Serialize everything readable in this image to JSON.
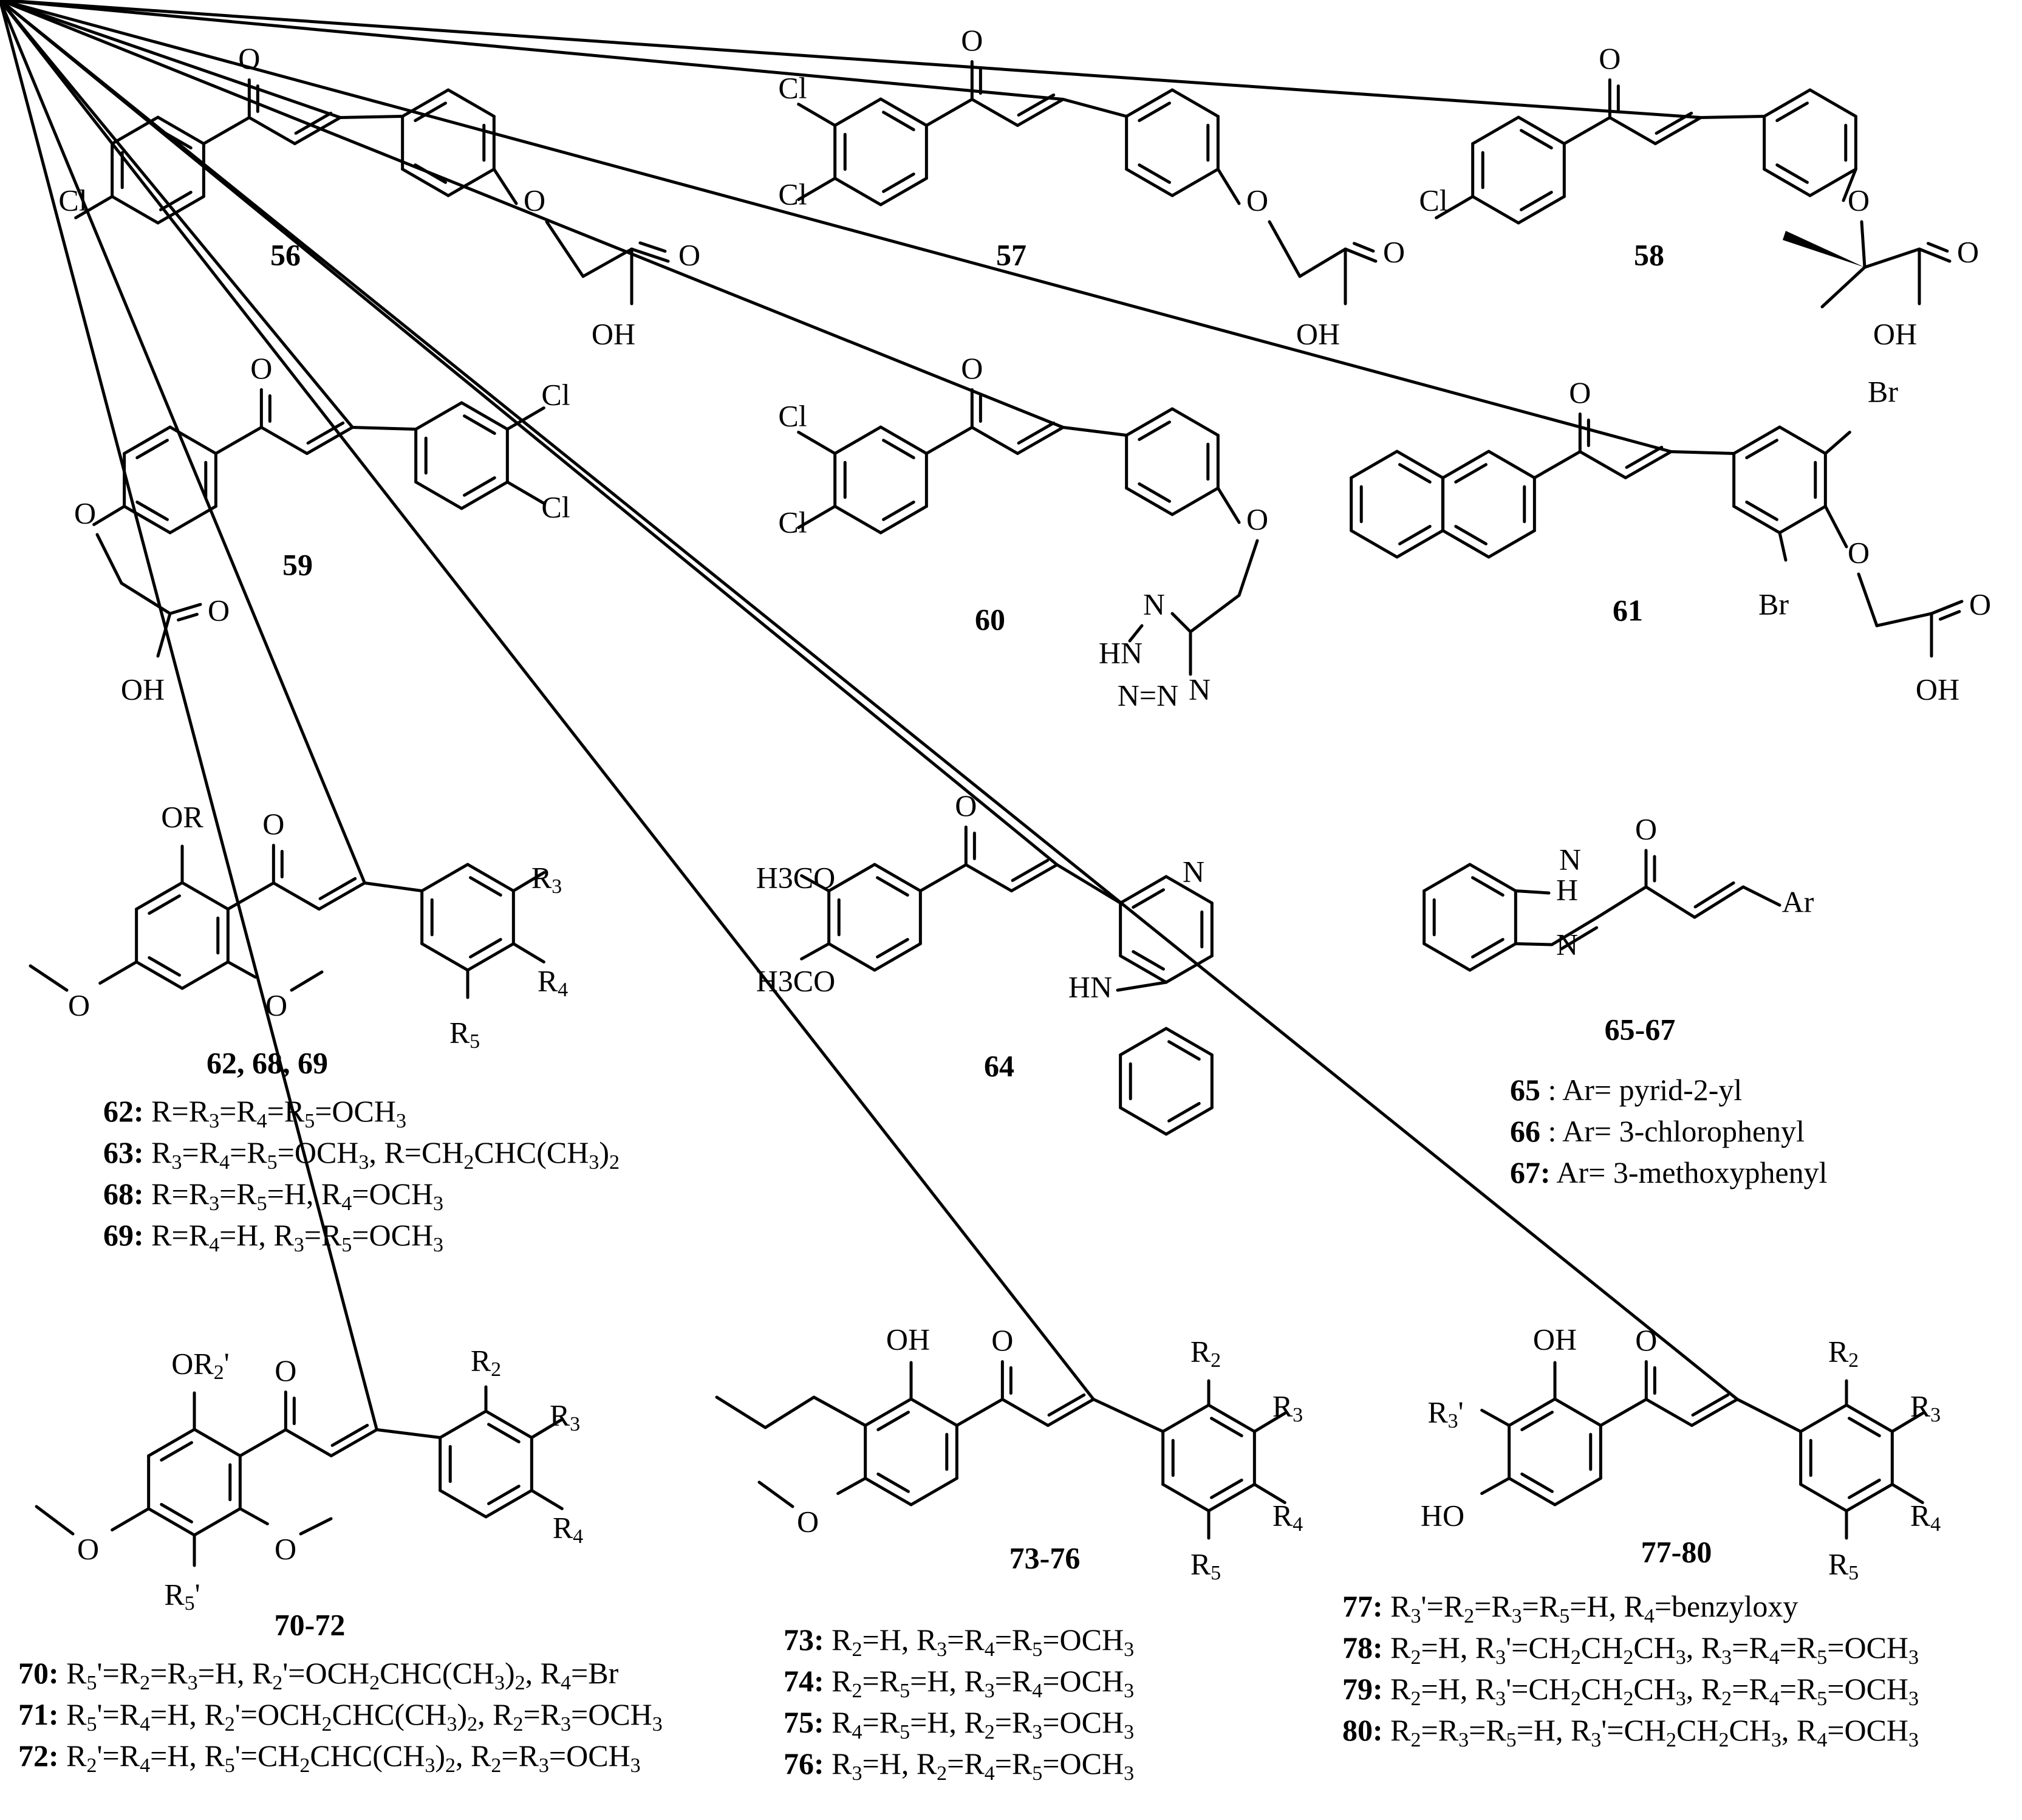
{
  "atoms": {
    "O": "O",
    "OH": "OH",
    "Cl": "Cl",
    "Br": "Br",
    "N": "N",
    "HN": "HN",
    "NN": "N=N",
    "H": "H",
    "Ar": "Ar",
    "OR": "OR",
    "R3": "R",
    "R4": "R",
    "R5": "R",
    "HO": "HO",
    "H3CO": "H3CO",
    "R2": "R"
  },
  "compounds": {
    "c56": "56",
    "c57": "57",
    "c58": "58",
    "c59": "59",
    "c60": "60",
    "c61": "61",
    "c62_68_69": "62, 68, 69",
    "c64": "64",
    "c65_67": "65-67",
    "c70_72": "70-72",
    "c73_76": "73-76",
    "c77_80": "77-80"
  },
  "legend_62": [
    {
      "id": "62:",
      "text": "R=R3=R4=R5=OCH3"
    },
    {
      "id": "63:",
      "text": "R3=R4=R5=OCH3, R=CH2CHC(CH3)2"
    },
    {
      "id": "68:",
      "text": "R=R3=R5=H, R4=OCH3"
    },
    {
      "id": "69:",
      "text": "R=R4=H, R3=R5=OCH3"
    }
  ],
  "legend_65": [
    {
      "id": "65",
      "text": ": Ar= pyrid-2-yl"
    },
    {
      "id": "66",
      "text": ": Ar= 3-chlorophenyl"
    },
    {
      "id": "67:",
      "text": " Ar= 3-methoxyphenyl"
    }
  ],
  "legend_70": [
    {
      "id": "70:",
      "text": "R5'=R2=R3=H, R2'=OCH2CHC(CH3)2, R4=Br"
    },
    {
      "id": "71:",
      "text": "R5'=R4=H, R2'=OCH2CHC(CH3)2, R2=R3=OCH3"
    },
    {
      "id": "72:",
      "text": "R2'=R4=H, R5'=CH2CHC(CH3)2, R2=R3=OCH3"
    }
  ],
  "legend_73": [
    {
      "id": "73:",
      "text": "R2=H, R3=R4=R5=OCH3"
    },
    {
      "id": "74:",
      "text": "R2=R5=H, R3=R4=OCH3"
    },
    {
      "id": "75:",
      "text": "R4=R5=H, R2=R3=OCH3"
    },
    {
      "id": "76:",
      "text": "R3=H, R2=R4=R5=OCH3"
    }
  ],
  "legend_77": [
    {
      "id": "77:",
      "text": "R3'=R2=R3=R5=H, R4=benzyloxy"
    },
    {
      "id": "78:",
      "text": "R2=H, R3'=CH2CH2CH3, R3=R4=R5=OCH3"
    },
    {
      "id": "79:",
      "text": "R2=H, R3'=CH2CH2CH3, R2=R4=R5=OCH3"
    },
    {
      "id": "80:",
      "text": "R2=R3=R5=H, R3'=CH2CH2CH3, R4=OCH3"
    }
  ]
}
